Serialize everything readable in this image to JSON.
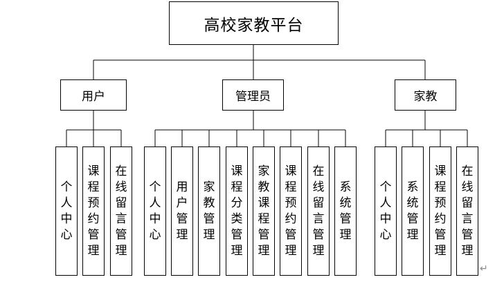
{
  "root": {
    "label": "高校家教平台"
  },
  "groups": [
    {
      "label": "用户",
      "children": [
        "个人中心",
        "课程预约管理",
        "在线留言管理"
      ]
    },
    {
      "label": "管理员",
      "children": [
        "个人中心",
        "用户管理",
        "家教管理",
        "课程分类管理",
        "家教课程管理",
        "课程预约管理",
        "在线留言管理",
        "系统管理"
      ]
    },
    {
      "label": "家教",
      "children": [
        "个人中心",
        "系统管理",
        "课程预约管理",
        "在线留言管理"
      ]
    }
  ],
  "end_mark": "↵"
}
